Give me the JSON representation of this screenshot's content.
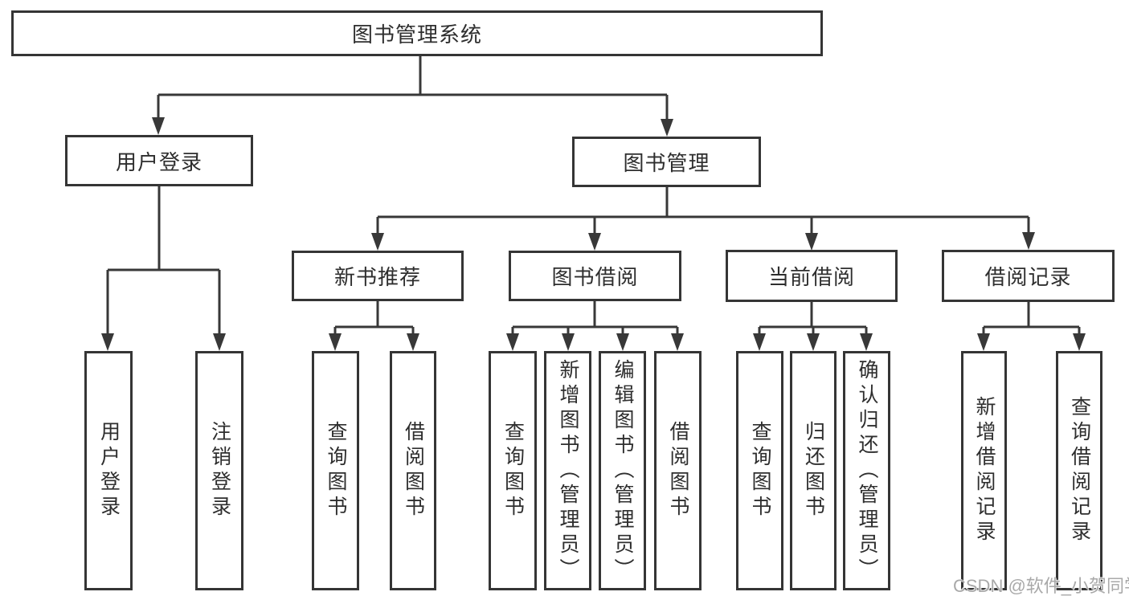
{
  "diagram": {
    "root": {
      "label": "图书管理系统"
    },
    "level2": [
      {
        "label": "用户登录"
      },
      {
        "label": "图书管理"
      }
    ],
    "level3": [
      {
        "label": "新书推荐"
      },
      {
        "label": "图书借阅"
      },
      {
        "label": "当前借阅"
      },
      {
        "label": "借阅记录"
      }
    ],
    "leaves": {
      "user_login": [
        "用户登录",
        "注销登录"
      ],
      "new_book_recommend": [
        "查询图书",
        "借阅图书"
      ],
      "book_borrowing": [
        "查询图书",
        "新增图书（管理员）",
        "编辑图书（管理员）",
        "借阅图书"
      ],
      "current_borrowing": [
        "查询图书",
        "归还图书",
        "确认归还（管理员）"
      ],
      "borrowing_records": [
        "新增借阅记录",
        "查询借阅记录"
      ]
    }
  },
  "watermark": {
    "text": "CSDN @软件_小贺同学"
  },
  "colors": {
    "line": "#383838",
    "border": "#353535",
    "text": "#2e2e2e",
    "watermark": "#a9a9a9"
  }
}
